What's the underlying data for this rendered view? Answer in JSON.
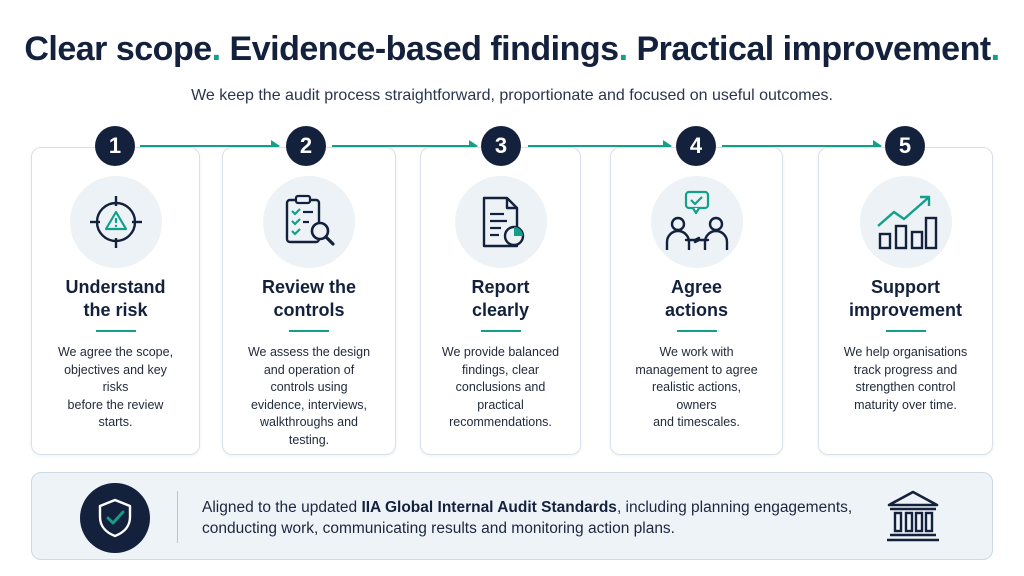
{
  "heading": {
    "part1": "Clear scope",
    "part2": "Evidence-based findings",
    "part3": "Practical improvement",
    "dot": ".",
    "subtitle": "We keep the audit process straightforward, proportionate and focused on useful outcomes."
  },
  "steps": [
    {
      "number": "1",
      "title_line1": "Understand",
      "title_line2": "the risk",
      "icon": "target-warning-icon",
      "desc": [
        "We agree the scope,",
        "objectives and key risks",
        "before the review",
        "starts."
      ]
    },
    {
      "number": "2",
      "title_line1": "Review the",
      "title_line2": "controls",
      "icon": "checklist-magnifier-icon",
      "desc": [
        "We assess the design",
        "and operation of",
        "controls using",
        "evidence, interviews,",
        "walkthroughs and",
        "testing."
      ]
    },
    {
      "number": "3",
      "title_line1": "Report",
      "title_line2": "clearly",
      "icon": "report-document-icon",
      "desc": [
        "We provide balanced",
        "findings, clear",
        "conclusions and",
        "practical",
        "recommendations."
      ]
    },
    {
      "number": "4",
      "title_line1": "Agree",
      "title_line2": "actions",
      "icon": "people-discussion-icon",
      "desc": [
        "We work with",
        "management to agree",
        "realistic actions, owners",
        "and timescales."
      ]
    },
    {
      "number": "5",
      "title_line1": "Support",
      "title_line2": "improvement",
      "icon": "growth-chart-icon",
      "desc": [
        "We help organisations",
        "track progress and",
        "strengthen control",
        "maturity over time."
      ]
    }
  ],
  "footer": {
    "text_before": "Aligned to the updated ",
    "text_bold": "IIA Global Internal Audit Standards",
    "text_after": ", including planning engagements,",
    "line2": "conducting work, communicating results and monitoring action plans.",
    "left_icon": "shield-check-icon",
    "right_icon": "institution-icon"
  },
  "colors": {
    "navy": "#14213d",
    "teal": "#12a08a",
    "icon_bg": "#edf2f6"
  }
}
